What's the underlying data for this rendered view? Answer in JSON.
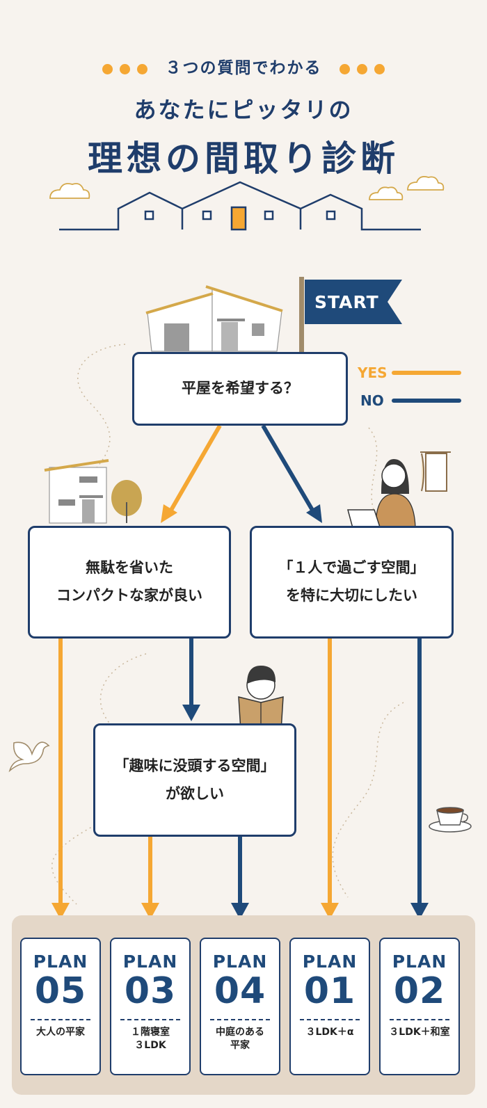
{
  "header": {
    "subtitle": "３つの質問でわかる",
    "title_line1": "あなたにピッタリの",
    "title_line2": "理想の間取り診断"
  },
  "start": {
    "label": "START"
  },
  "legend": {
    "yes": {
      "label": "YES",
      "color": "#f5a733"
    },
    "no": {
      "label": "NO",
      "color": "#1f4a7a"
    }
  },
  "questions": {
    "q1": "平屋を希望する？",
    "q2": "無駄を省いた\nコンパクトな家が良い",
    "q3": "「１人で過ごす空間」\nを特に大切にしたい",
    "q4": "「趣味に没頭する空間」\nが欲しい"
  },
  "plans": [
    {
      "word": "PLAN",
      "num": "05",
      "desc": "大人の平家"
    },
    {
      "word": "PLAN",
      "num": "03",
      "desc": "１階寝室\n３LDK"
    },
    {
      "word": "PLAN",
      "num": "04",
      "desc": "中庭のある\n平家"
    },
    {
      "word": "PLAN",
      "num": "01",
      "desc": "３LDK＋α"
    },
    {
      "word": "PLAN",
      "num": "02",
      "desc": "３LDK＋和室"
    }
  ],
  "icons": {
    "header_houses": "houses-skyline-icon",
    "single_story_house": "house-illustration-icon",
    "two_story_house": "two-story-house-icon",
    "tree": "tree-icon",
    "woman_laptop": "woman-with-laptop-icon",
    "boy_reading": "boy-reading-book-icon",
    "bird": "bird-icon",
    "coffee_cup": "coffee-cup-icon",
    "window": "window-curtain-icon",
    "cloud": "cloud-icon"
  }
}
